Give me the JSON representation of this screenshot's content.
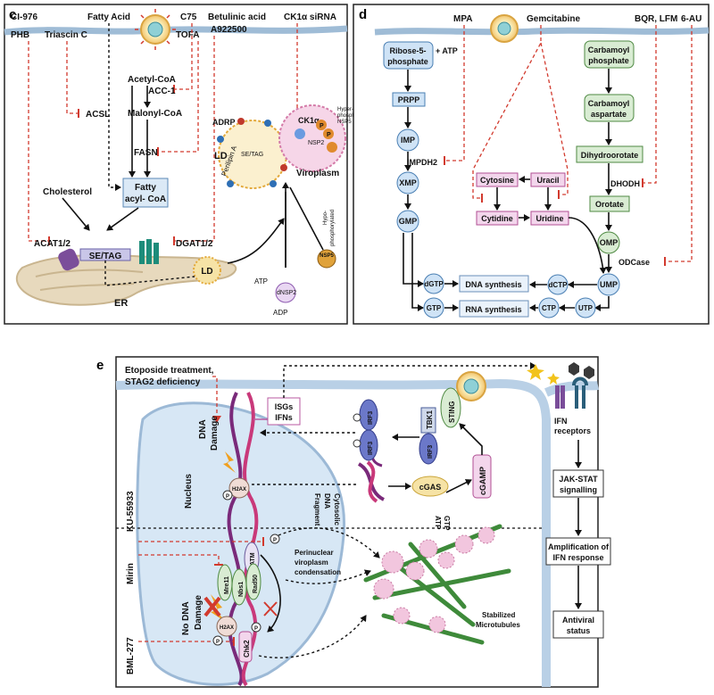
{
  "panel_c": {
    "letter": "c",
    "inhibitors": {
      "ci976": "CI-976",
      "phb": "PHB",
      "triascin": "Triascin C",
      "fatty_acid": "Fatty Acid",
      "c75": "C75",
      "tofa": "TOFA",
      "betulinic": "Betulinic acid",
      "a922500": "A922500",
      "ck1a_sirna": "CK1α siRNA"
    },
    "nodes": {
      "acetyl_coa": "Acetyl-CoA",
      "acc1": "ACC-1",
      "malonyl_coa": "Malonyl-CoA",
      "acsl": "ACSL",
      "fasn": "FASN",
      "fatty_acyl_1": "Fatty",
      "fatty_acyl_2": "acyl- CoA",
      "cholesterol": "Cholesterol",
      "acat": "ACAT1/2",
      "dgat": "DGAT1/2",
      "se_tag": "SE/TAG",
      "er": "ER",
      "ld": "LD",
      "ld_big": "LD",
      "adrp": "ADRP",
      "perilipin": "Perilipin A",
      "se_tag_ld": "SE/TAG",
      "ck1a": "CK1α",
      "nsp2": "NSP2",
      "viroplasm": "Viroplasm",
      "hyper_1": "Hyper-",
      "hyper_2": "phosphorylated",
      "hyper_3": "NSP5",
      "hypo_1": "Hypo-",
      "hypo_2": "phosphorylated",
      "hypo_3": "NSP5",
      "nsp5": "NSP5",
      "atp": "ATP",
      "adp": "ADP",
      "dnsp2": "dNSP2",
      "p": "P"
    }
  },
  "panel_d": {
    "letter": "d",
    "inhibitors": {
      "mpa": "MPA",
      "gemcitabine": "Gemcitabine",
      "bqr": "BQR, LFM",
      "six_au": "6-AU"
    },
    "nodes": {
      "ribose_1": "Ribose-5-",
      "ribose_2": "phosphate",
      "atp": "+ ATP",
      "prpp": "PRPP",
      "imp": "IMP",
      "impdh2": "IMPDH2",
      "xmp": "XMP",
      "gmp": "GMP",
      "dgtp": "dGTP",
      "gtp": "GTP",
      "cytosine": "Cytosine",
      "uracil": "Uracil",
      "cytidine": "Cytidine",
      "uridine": "Uridine",
      "carb_p_1": "Carbamoyl",
      "carb_p_2": "phosphate",
      "carb_a_1": "Carbamoyl",
      "carb_a_2": "aspartate",
      "dihydro": "Dihydroorotate",
      "dhodh": "DHODH",
      "orotate": "Orotate",
      "omp": "OMP",
      "odcase": "ODCase",
      "ump": "UMP",
      "dctp": "dCTP",
      "ctp": "CTP",
      "utp": "UTP",
      "dna_syn": "DNA synthesis",
      "rna_syn": "RNA synthesis"
    }
  },
  "panel_e": {
    "letter": "e",
    "labels": {
      "etoposide_1": "Etoposide treatment,",
      "etoposide_2": "STAG2 deficiency",
      "isgs": "ISGs",
      "ifns": "IFNs",
      "dna_damage_1": "DNA",
      "dna_damage_2": "Damage",
      "nucleus": "Nucleus",
      "h2ax": "H2AX",
      "irf3": "IRF3",
      "tbk1": "TBK1",
      "sting": "STING",
      "cytosolic_1": "Cytosolic",
      "cytosolic_2": "DNA",
      "cytosolic_3": "Fragment",
      "cgas": "cGAS",
      "cgamp": "cGAMP",
      "atp": "ATP",
      "gtp": "GTP",
      "ku": "KU-55933",
      "mirin": "Mirin",
      "bml": "BML-277",
      "no_damage_1": "No DNA",
      "no_damage_2": "Damage",
      "atm": "ATM",
      "mre11": "Mre11",
      "nbs1": "Nbs1",
      "rad50": "Rad50",
      "chk2": "Chk2",
      "perinuclear_1": "Perinuclear",
      "perinuclear_2": "viroplasm",
      "perinuclear_3": "condensation",
      "stabilized_1": "Stabilized",
      "stabilized_2": "Microtubules",
      "ifn_receptors_1": "IFN",
      "ifn_receptors_2": "receptors",
      "jak_1": "JAK-STAT",
      "jak_2": "signalling",
      "amp_1": "Amplification of",
      "amp_2": "IFN response",
      "antiviral_1": "Antiviral",
      "antiviral_2": "status",
      "p": "P"
    }
  },
  "colors": {
    "inhibition": "#d23a2e",
    "membrane": "#cfe0ef",
    "nucleus": "#d7e7f5",
    "purine": "#cfe3f6",
    "pyrimidine_uracil": "#f3d6ec",
    "pyrimidine_denovo": "#d9ecd3",
    "ld": "#f6e3a6",
    "viroplasm": "#f2c6de"
  }
}
